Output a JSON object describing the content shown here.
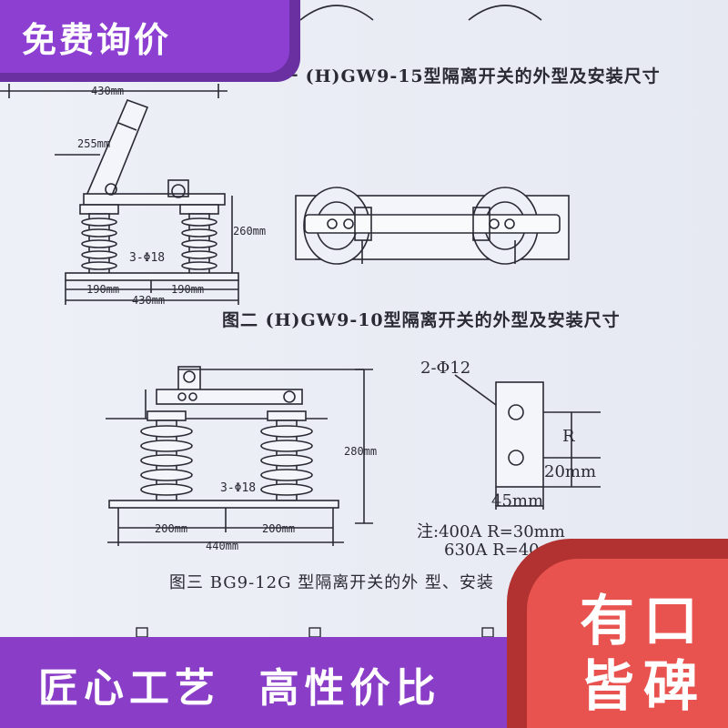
{
  "badge_top": "免费询价",
  "figure1": {
    "caption": "一 (H)GW9-15型隔离开关的外型及安装尺寸",
    "dim_top": "430mm"
  },
  "figure2": {
    "caption": "图二 (H)GW9-10型隔离开关的外型及安装尺寸",
    "dim_blade": "255mm",
    "dim_height": "260mm",
    "holes": "3-Φ18",
    "dim_left": "190mm",
    "dim_right": "190mm",
    "dim_total": "430mm"
  },
  "figure3": {
    "caption": "图三 BG9-12G 型隔离开关的外 型、安装",
    "dim_height": "280mm",
    "holes": "3-Φ18",
    "dim_left": "200mm",
    "dim_right": "200mm",
    "dim_total": "440mm"
  },
  "detail": {
    "holes": "2-Φ12",
    "r_label": "R",
    "dim_20": "20mm",
    "dim_45": "45mm",
    "note_line1": "注:400A  R=30mm",
    "note_line2": "630A  R=40"
  },
  "bottom_text": "匠心工艺  高性价比",
  "corner_line1": "有口",
  "corner_line2": "皆碑",
  "colors": {
    "purple": "#8d3fd1",
    "red": "#e9534f",
    "line": "#2a2a35"
  }
}
